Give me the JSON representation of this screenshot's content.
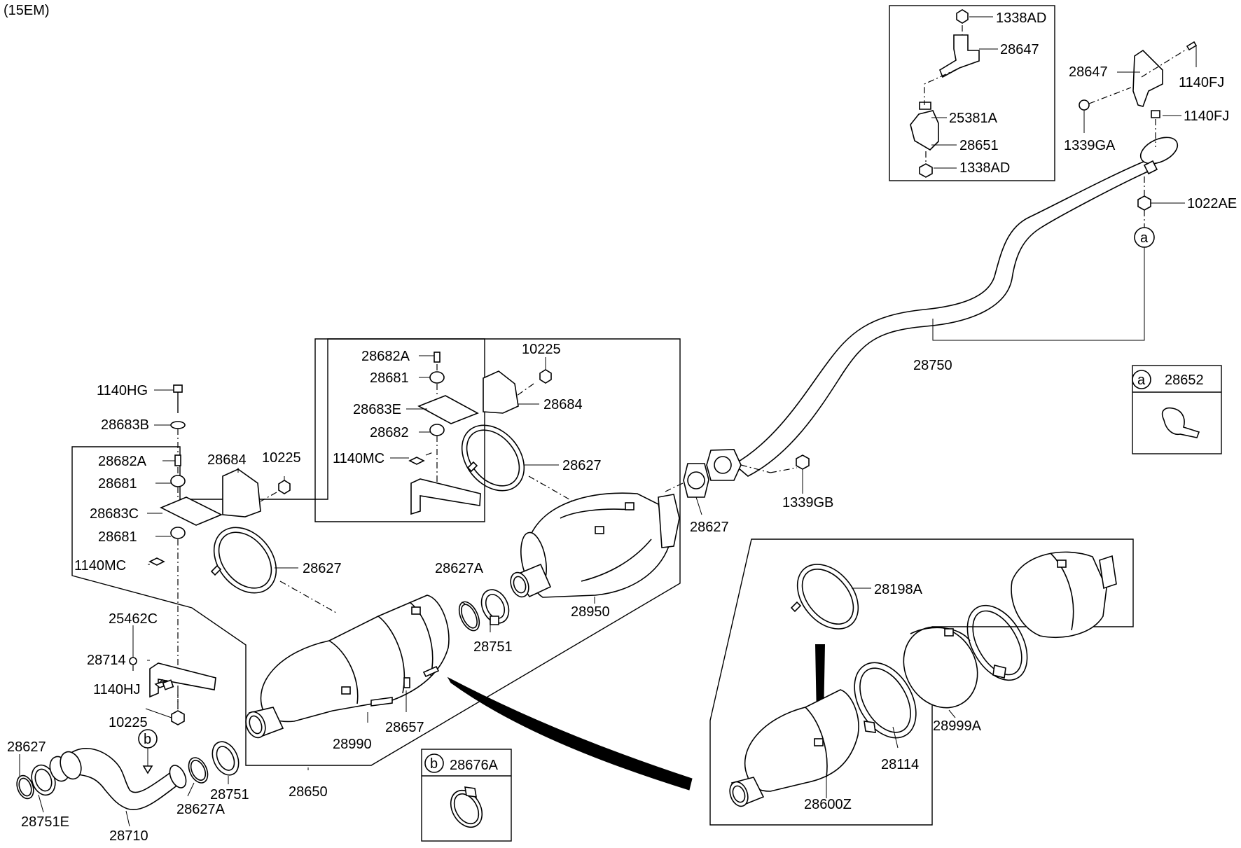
{
  "header": {
    "code": "(15EM)"
  },
  "labels": [
    {
      "id": "lbl-1338ad-top",
      "text": "1338AD"
    },
    {
      "id": "lbl-28647-box",
      "text": "28647"
    },
    {
      "id": "lbl-25381a",
      "text": "25381A"
    },
    {
      "id": "lbl-28651",
      "text": "28651"
    },
    {
      "id": "lbl-1338ad-bottom",
      "text": "1338AD"
    },
    {
      "id": "lbl-28647",
      "text": "28647"
    },
    {
      "id": "lbl-1140fj-a",
      "text": "1140FJ"
    },
    {
      "id": "lbl-1140fj-b",
      "text": "1140FJ"
    },
    {
      "id": "lbl-1339ga",
      "text": "1339GA"
    },
    {
      "id": "lbl-1022ae",
      "text": "1022AE"
    },
    {
      "id": "lbl-28750",
      "text": "28750"
    },
    {
      "id": "lbl-28652",
      "text": "28652"
    },
    {
      "id": "lbl-28682a-mid",
      "text": "28682A"
    },
    {
      "id": "lbl-10225-mid",
      "text": "10225"
    },
    {
      "id": "lbl-28681-mid",
      "text": "28681"
    },
    {
      "id": "lbl-28683e",
      "text": "28683E"
    },
    {
      "id": "lbl-28684-mid",
      "text": "28684"
    },
    {
      "id": "lbl-28682",
      "text": "28682"
    },
    {
      "id": "lbl-1140mc-mid",
      "text": "1140MC"
    },
    {
      "id": "lbl-28627-mid",
      "text": "28627"
    },
    {
      "id": "lbl-28627-flange",
      "text": "28627"
    },
    {
      "id": "lbl-1339gb",
      "text": "1339GB"
    },
    {
      "id": "lbl-28950",
      "text": "28950"
    },
    {
      "id": "lbl-1140hg",
      "text": "1140HG"
    },
    {
      "id": "lbl-28683b",
      "text": "28683B"
    },
    {
      "id": "lbl-28682a-left",
      "text": "28682A"
    },
    {
      "id": "lbl-28684-left",
      "text": "28684"
    },
    {
      "id": "lbl-10225-left",
      "text": "10225"
    },
    {
      "id": "lbl-28681-left-a",
      "text": "28681"
    },
    {
      "id": "lbl-28683c",
      "text": "28683C"
    },
    {
      "id": "lbl-28681-left-b",
      "text": "28681"
    },
    {
      "id": "lbl-1140mc-left",
      "text": "1140MC"
    },
    {
      "id": "lbl-28627-left",
      "text": "28627"
    },
    {
      "id": "lbl-28627a-mid",
      "text": "28627A"
    },
    {
      "id": "lbl-28751-mid",
      "text": "28751"
    },
    {
      "id": "lbl-25462c",
      "text": "25462C"
    },
    {
      "id": "lbl-28714",
      "text": "28714"
    },
    {
      "id": "lbl-1140hj",
      "text": "1140HJ"
    },
    {
      "id": "lbl-10225-low",
      "text": "10225"
    },
    {
      "id": "lbl-28990",
      "text": "28990"
    },
    {
      "id": "lbl-28657",
      "text": "28657"
    },
    {
      "id": "lbl-28650",
      "text": "28650"
    },
    {
      "id": "lbl-28627-bl",
      "text": "28627"
    },
    {
      "id": "lbl-28751e",
      "text": "28751E"
    },
    {
      "id": "lbl-28710",
      "text": "28710"
    },
    {
      "id": "lbl-28627a-bl",
      "text": "28627A"
    },
    {
      "id": "lbl-28751-bl",
      "text": "28751"
    },
    {
      "id": "lbl-28676a",
      "text": "28676A"
    },
    {
      "id": "lbl-28198a",
      "text": "28198A"
    },
    {
      "id": "lbl-28999a",
      "text": "28999A"
    },
    {
      "id": "lbl-28114",
      "text": "28114"
    },
    {
      "id": "lbl-28600z",
      "text": "28600Z"
    }
  ],
  "callouts": [
    {
      "id": "callout-a-pipe",
      "text": "a"
    },
    {
      "id": "callout-a-box",
      "text": "a"
    },
    {
      "id": "callout-b-pipe",
      "text": "b"
    },
    {
      "id": "callout-b-box",
      "text": "b"
    }
  ]
}
